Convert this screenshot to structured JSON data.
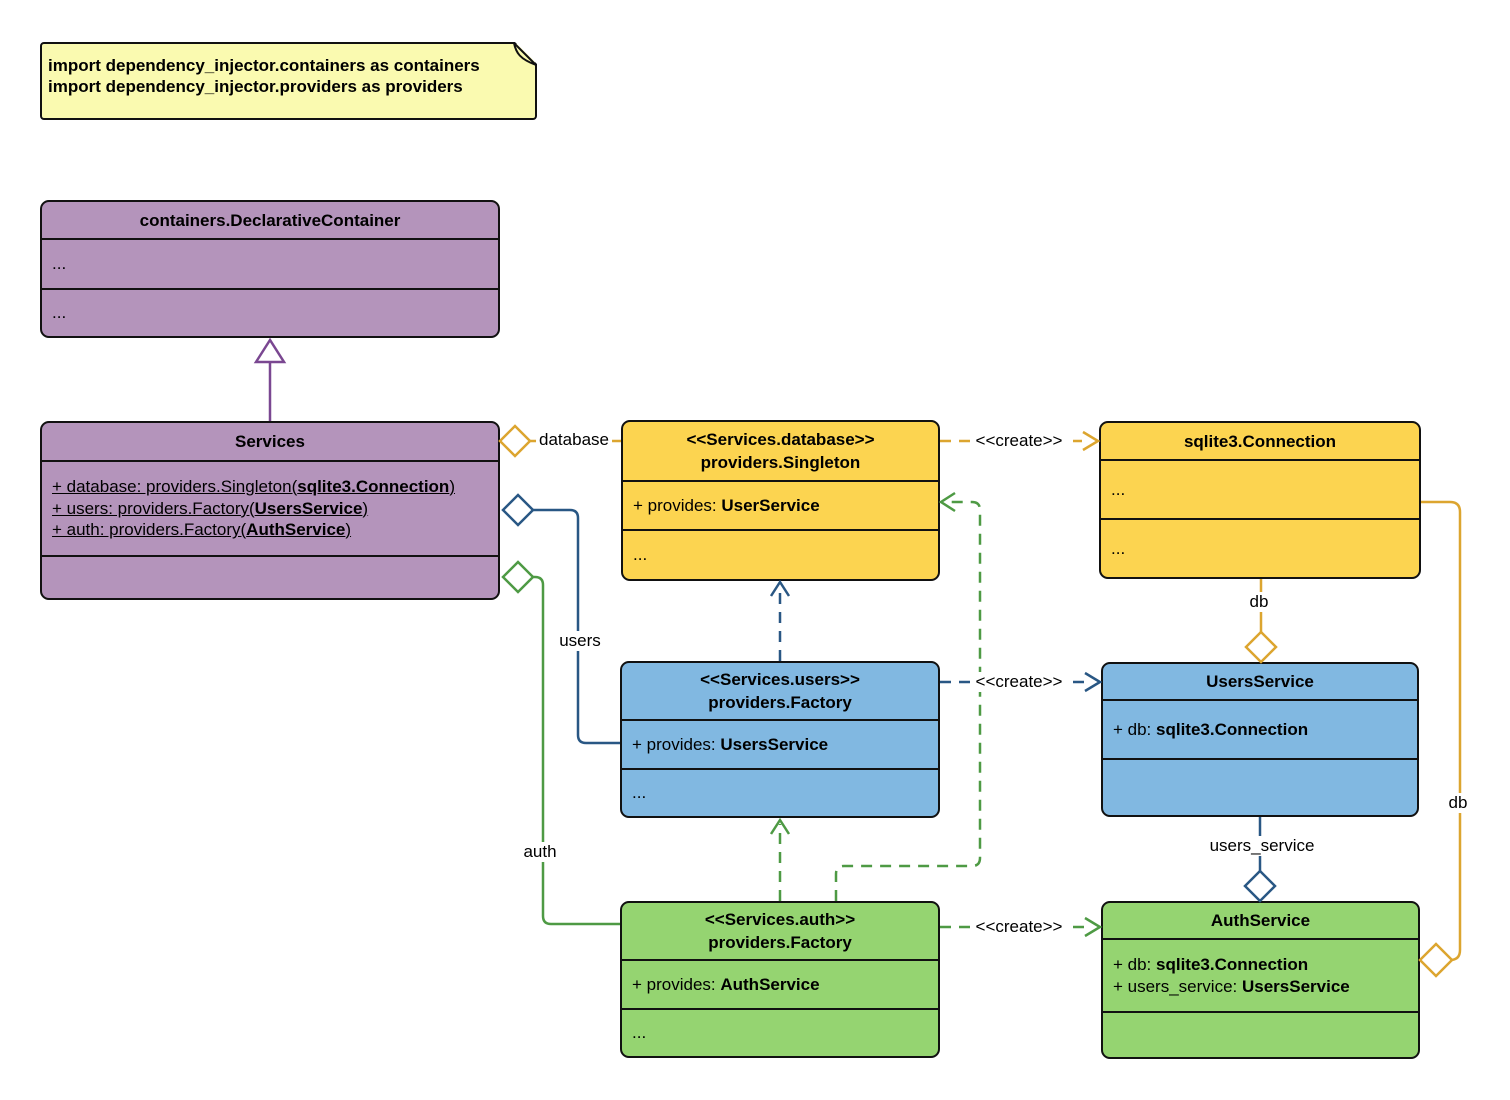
{
  "colors": {
    "purple_fill": "#b494bb",
    "purple_line": "#7a4791",
    "yellow_fill": "#fcd450",
    "yellow_line": "#dca52f",
    "blue_fill": "#81b8e1",
    "blue_line": "#295784",
    "green_fill": "#95d471",
    "green_line": "#4e9a44",
    "note_fill": "#fafab0"
  },
  "note": {
    "line1": "import dependency_injector.containers as containers",
    "line2": "import dependency_injector.providers as providers"
  },
  "classes": {
    "declarative_container": {
      "title": "containers.DeclarativeContainer",
      "section1": "...",
      "section2": "..."
    },
    "services": {
      "title": "Services",
      "attributes": [
        {
          "prefix": "+ database: providers.Singleton(",
          "bold": "sqlite3.Connection",
          "suffix": ")"
        },
        {
          "prefix": "+ users: providers.Factory(",
          "bold": "UsersService",
          "suffix": ")"
        },
        {
          "prefix": "+ auth: providers.Factory(",
          "bold": "AuthService",
          "suffix": ")"
        }
      ]
    },
    "database_singleton": {
      "stereotype": "<<Services.database>>",
      "title": "providers.Singleton",
      "provides_prefix": "+ provides: ",
      "provides_bold": "UserService",
      "section": "..."
    },
    "sqlite_connection": {
      "title": "sqlite3.Connection",
      "section1": "...",
      "section2": "..."
    },
    "users_factory": {
      "stereotype": "<<Services.users>>",
      "title": "providers.Factory",
      "provides_prefix": "+ provides: ",
      "provides_bold": "UsersService",
      "section": "..."
    },
    "users_service": {
      "title": "UsersService",
      "attr_prefix": "+ db: ",
      "attr_bold": "sqlite3.Connection"
    },
    "auth_factory": {
      "stereotype": "<<Services.auth>>",
      "title": "providers.Factory",
      "provides_prefix": "+ provides: ",
      "provides_bold": "AuthService",
      "section": "..."
    },
    "auth_service": {
      "title": "AuthService",
      "attr1_prefix": "+ db: ",
      "attr1_bold": "sqlite3.Connection",
      "attr2_prefix": "+ users_service: ",
      "attr2_bold": "UsersService"
    }
  },
  "edge_labels": {
    "database": "database",
    "users": "users",
    "auth": "auth",
    "create_database": "<<create>>",
    "create_users": "<<create>>",
    "create_auth": "<<create>>",
    "db_mid": "db",
    "users_service": "users_service",
    "db_right": "db"
  }
}
